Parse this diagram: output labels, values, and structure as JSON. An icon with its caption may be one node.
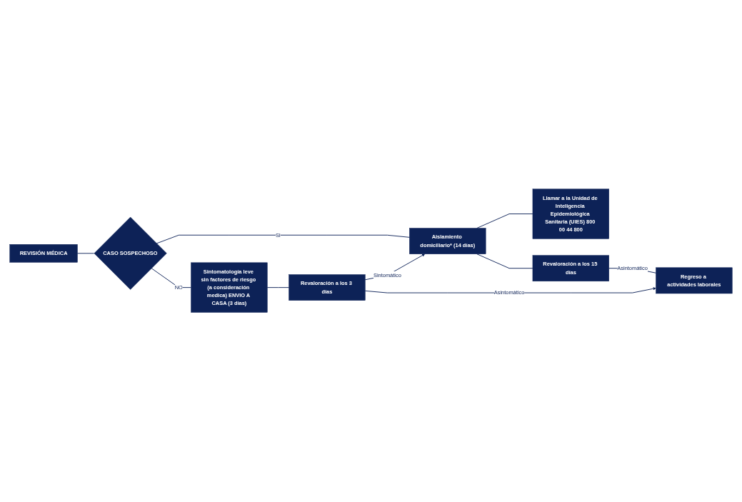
{
  "diagram": {
    "nodes": [
      {
        "text": [
          "Llamar a la Unidad de Inteligencia Epidemiológica Sanitaria (UIES) 800 00 44 800"
        ]
      },
      {
        "text": [
          "REVISIÓN MÉDICA"
        ]
      },
      {
        "text": [
          "CASO SOSPECHOSO"
        ]
      },
      {
        "text": [
          "Aislamiento domiciliario* (14 días)"
        ]
      },
      {
        "text": [
          "Revaloración a los 15 días"
        ]
      },
      {
        "text": [
          "Regreso a actividades laborales"
        ]
      },
      {
        "text": [
          "Sintomatología leve sin factores de riesgo (a consideración medica) ENVIO A CASA (3 días)"
        ]
      },
      {
        "text": [
          "Revaloración a los 3 días"
        ]
      }
    ],
    "edges": [
      {
        "from": 1,
        "to": 2,
        "arrow": "none"
      },
      {
        "from": 2,
        "to": 3,
        "label": "SI",
        "arrow": "none"
      },
      {
        "from": 3,
        "to": 0,
        "arrow": "none"
      },
      {
        "from": 3,
        "to": 4,
        "arrow": "none"
      },
      {
        "from": 4,
        "to": 5,
        "label": "Asintomático",
        "arrow": "none"
      },
      {
        "from": 2,
        "to": 6,
        "label": "NO",
        "arrow": "none"
      },
      {
        "from": 6,
        "to": 7,
        "arrow": "none"
      },
      {
        "from": 7,
        "to": 3,
        "label": "Sintomático",
        "arrow": "to"
      },
      {
        "from": 7,
        "to": 5,
        "label": "Asintomático",
        "arrow": "to"
      }
    ]
  }
}
